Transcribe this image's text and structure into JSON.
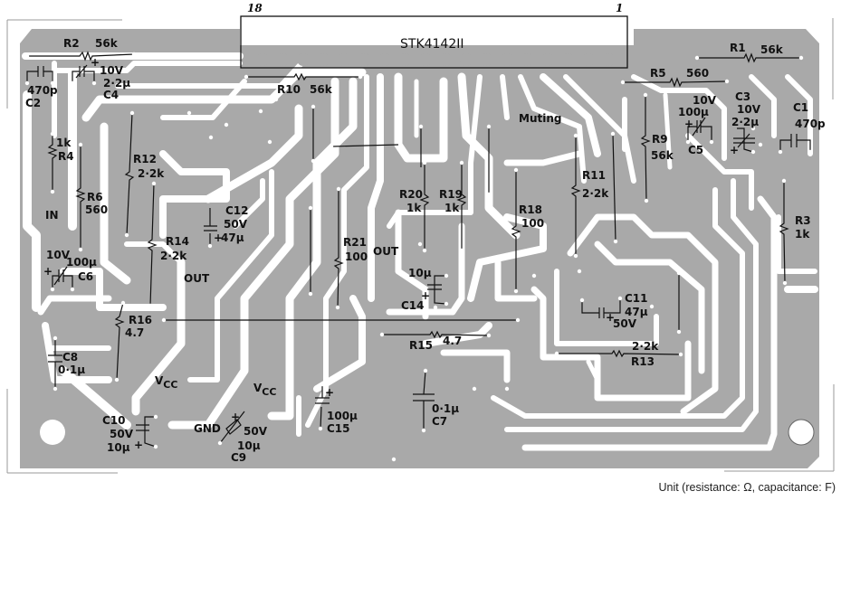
{
  "diagram": {
    "title": "PCB component layout",
    "ic": {
      "part": "STK4142II",
      "pin_left": "18",
      "pin_right": "1"
    },
    "colors": {
      "copper": "#a9a9a9",
      "background": "#ffffff",
      "ink": "#111111"
    },
    "net_labels": {
      "in": "IN",
      "out_left": "OUT",
      "out_center": "OUT",
      "muting": "Muting",
      "vcc_left": "V",
      "vcc_left_sub": "CC",
      "vcc_center": "V",
      "vcc_center_sub": "CC",
      "gnd": "GND"
    },
    "components": {
      "R1": {
        "ref": "R1",
        "value": "56k"
      },
      "R2": {
        "ref": "R2",
        "value": "56k"
      },
      "R3": {
        "ref": "R3",
        "value": "1k"
      },
      "R4": {
        "ref": "R4",
        "value": "1k"
      },
      "R5": {
        "ref": "R5",
        "value": "560"
      },
      "R6": {
        "ref": "R6",
        "value": "560"
      },
      "R9": {
        "ref": "R9",
        "value": "56k"
      },
      "R10": {
        "ref": "R10",
        "value": "56k"
      },
      "R11": {
        "ref": "R11",
        "value": "2·2k"
      },
      "R12": {
        "ref": "R12",
        "value": "2·2k"
      },
      "R13": {
        "ref": "R13",
        "value": "2·2k"
      },
      "R14": {
        "ref": "R14",
        "value": "2·2k"
      },
      "R15": {
        "ref": "R15",
        "value": "4.7"
      },
      "R16": {
        "ref": "R16",
        "value": "4.7"
      },
      "R18": {
        "ref": "R18",
        "value": "100"
      },
      "R19": {
        "ref": "R19",
        "value": "1k"
      },
      "R20": {
        "ref": "R20",
        "value": "1k"
      },
      "R21": {
        "ref": "R21",
        "value": "100"
      },
      "C1": {
        "ref": "C1",
        "value": "470p"
      },
      "C2": {
        "ref": "C2",
        "value": "470p"
      },
      "C3": {
        "ref": "C3",
        "voltage": "10V",
        "value": "2·2μ"
      },
      "C4": {
        "ref": "C4",
        "voltage": "10V",
        "value": "2·2μ"
      },
      "C5": {
        "ref": "C5",
        "voltage": "10V",
        "value": "100μ"
      },
      "C6": {
        "ref": "C6",
        "voltage": "10V",
        "value": "100μ"
      },
      "C7": {
        "ref": "C7",
        "value": "0·1μ"
      },
      "C8": {
        "ref": "C8",
        "value": "0·1μ"
      },
      "C9": {
        "ref": "C9",
        "voltage": "50V",
        "value": "10μ"
      },
      "C10": {
        "ref": "C10",
        "voltage": "50V",
        "value": "10μ"
      },
      "C11": {
        "ref": "C11",
        "voltage": "50V",
        "value": "47μ"
      },
      "C12": {
        "ref": "C12",
        "voltage": "50V",
        "value": "47μ"
      },
      "C14": {
        "ref": "C14",
        "value": "10μ"
      },
      "C15": {
        "ref": "C15",
        "value": "100μ"
      }
    },
    "polarity_mark": "+",
    "caption": "Unit (resistance: Ω, capacitance: F)"
  }
}
